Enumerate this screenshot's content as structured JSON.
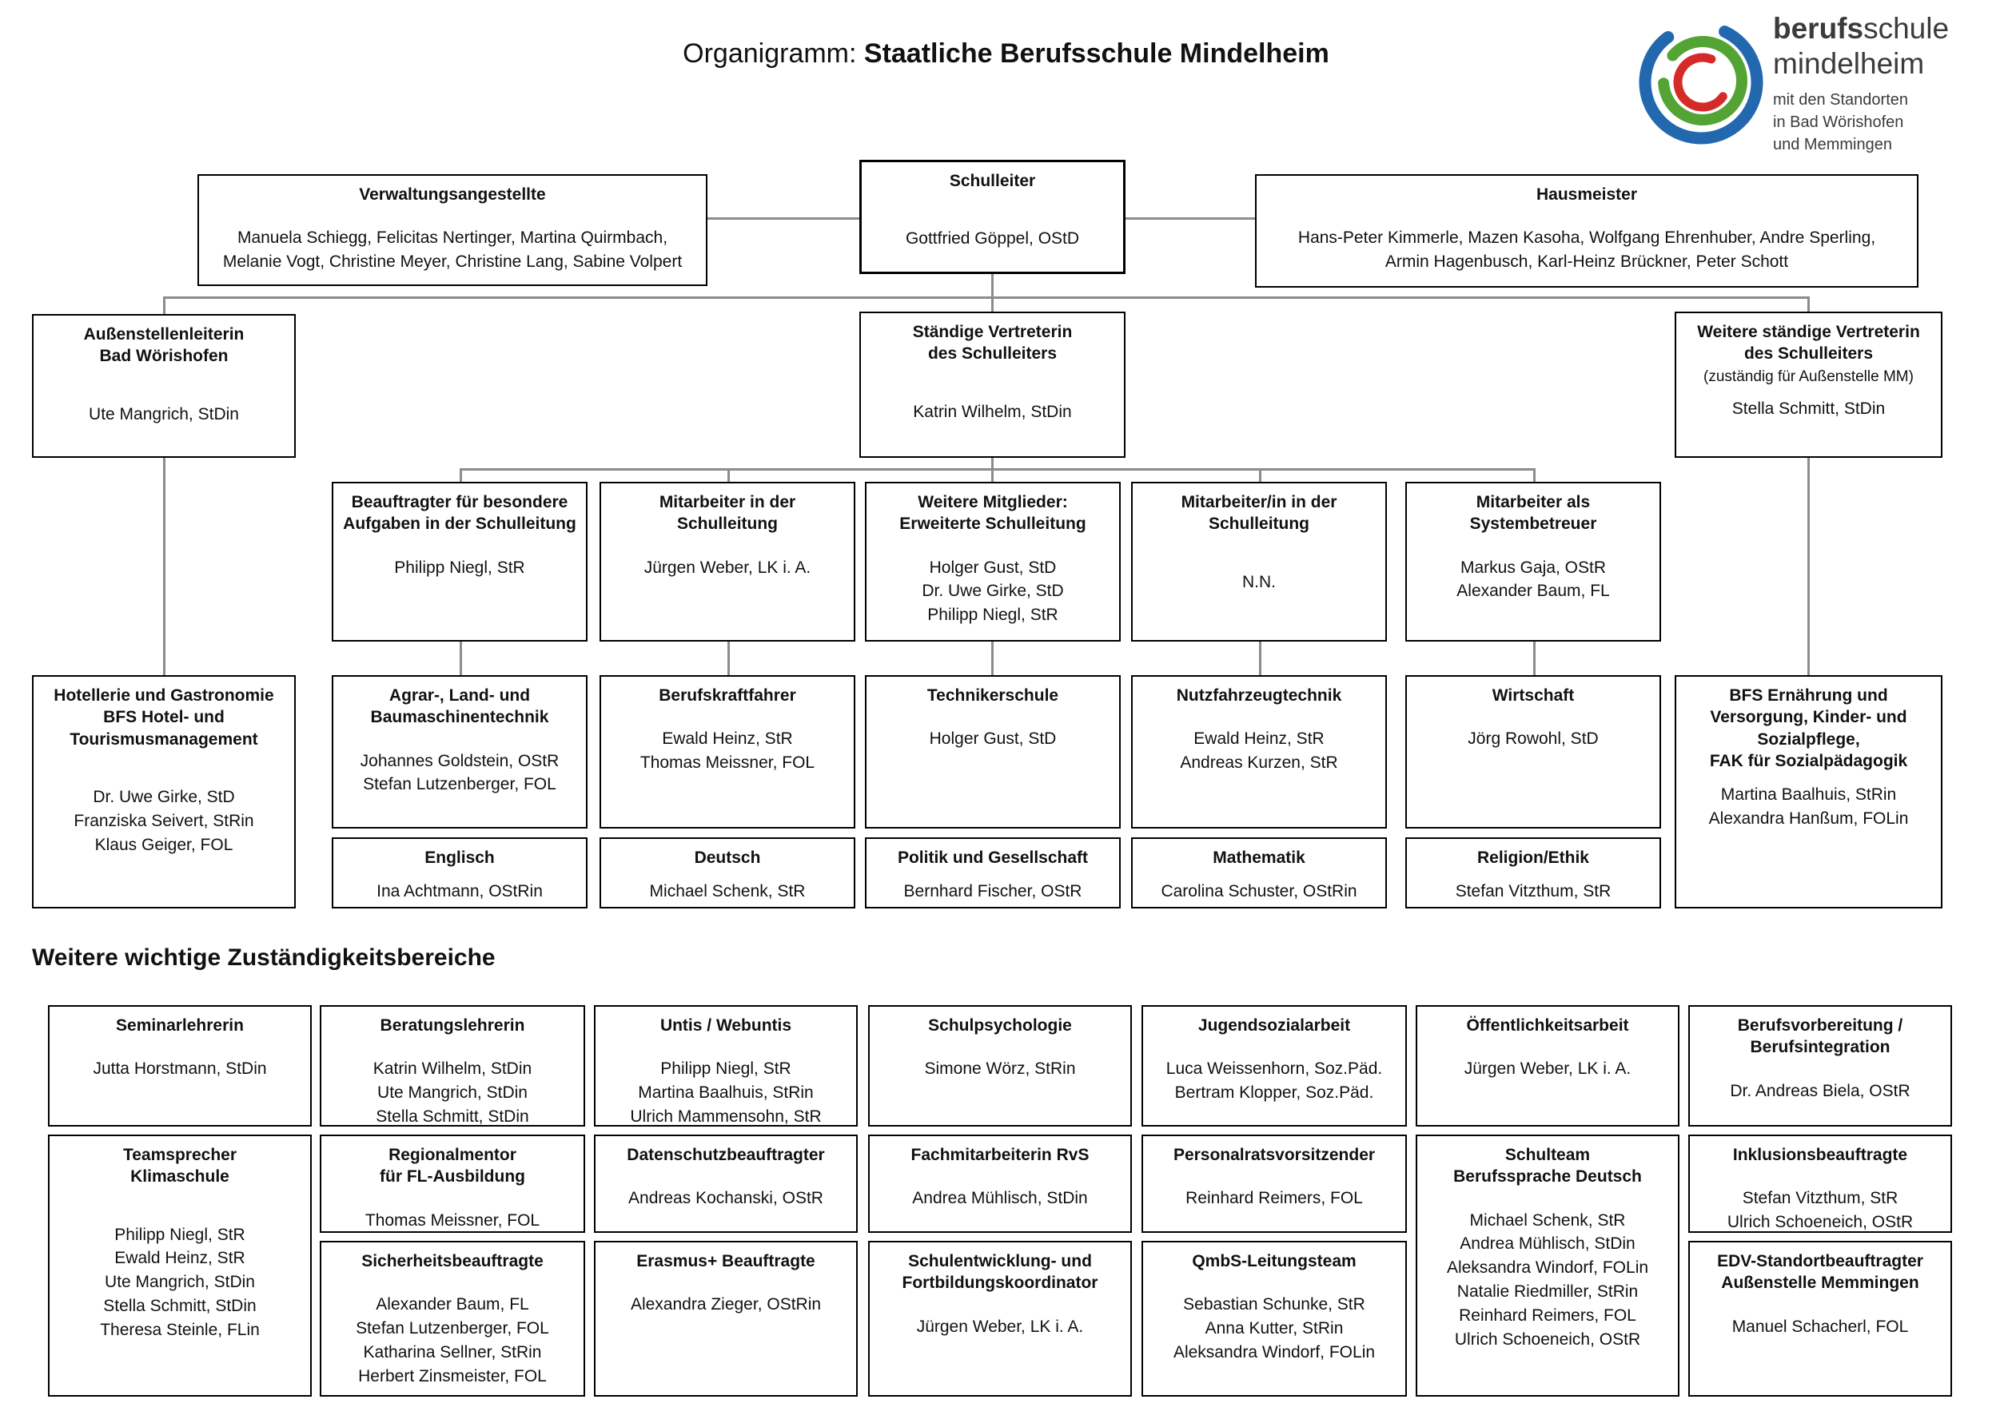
{
  "header": {
    "title_prefix": "Organigramm: ",
    "title_main": "Staatliche Berufsschule Mindelheim"
  },
  "logo": {
    "name_bold": "berufs",
    "name_rest": "schule",
    "name_line2": "mindelheim",
    "tagline": "mit den Standorten\nin Bad Wörishofen\nund Memmingen",
    "colors": {
      "blue": "#2268ae",
      "green": "#53a434",
      "red": "#d52b28"
    }
  },
  "section_heading": "Weitere wichtige Zuständigkeitsbereiche",
  "boxes": {
    "verwaltung": {
      "title": "Verwaltungsangestellte",
      "people": "Manuela Schiegg, Felicitas Nertinger, Martina Quirmbach,\nMelanie Vogt, Christine Meyer, Christine Lang, Sabine Volpert"
    },
    "schulleiter": {
      "title": "Schulleiter",
      "people": "Gottfried Göppel, OStD"
    },
    "hausmeister": {
      "title": "Hausmeister",
      "people": "Hans-Peter Kimmerle, Mazen Kasoha, Wolfgang Ehrenhuber, Andre Sperling,\nArmin Hagenbusch, Karl-Heinz Brückner, Peter Schott"
    },
    "aussenstellenleiterin": {
      "title": "Außenstellenleiterin\nBad Wörishofen",
      "people": "Ute Mangrich, StDin"
    },
    "staendige_vertreterin": {
      "title": "Ständige Vertreterin\ndes Schulleiters",
      "people": "Katrin Wilhelm, StDin"
    },
    "weitere_vertreterin": {
      "title": "Weitere ständige Vertreterin\ndes Schulleiters",
      "note": "(zuständig für Außenstelle MM)",
      "people": "Stella Schmitt, StDin"
    },
    "beauftragter_besondere": {
      "title": "Beauftragter für besondere\nAufgaben in der Schulleitung",
      "people": "Philipp Niegl, StR"
    },
    "mitarbeiter_schulleitung": {
      "title": "Mitarbeiter in der\nSchulleitung",
      "people": "Jürgen Weber, LK i. A."
    },
    "erweiterte_schulleitung": {
      "title": "Weitere Mitglieder:\nErweiterte Schulleitung",
      "people": "Holger Gust, StD\nDr. Uwe Girke, StD\nPhilipp Niegl, StR"
    },
    "mitarbeiter_in_schulleitung": {
      "title": "Mitarbeiter/in in der\nSchulleitung",
      "people": "N.N."
    },
    "systembetreuer": {
      "title": "Mitarbeiter als\nSystembetreuer",
      "people": "Markus Gaja, OStR\nAlexander Baum, FL"
    },
    "hotellerie": {
      "title": "Hotellerie und Gastronomie\nBFS Hotel- und\nTourismusmanagement",
      "people": "Dr. Uwe Girke, StD\nFranziska Seivert, StRin\nKlaus Geiger, FOL"
    },
    "agrar": {
      "title": "Agrar-, Land- und\nBaumaschinentechnik",
      "people": "Johannes Goldstein, OStR\nStefan Lutzenberger, FOL"
    },
    "berufskraftfahrer": {
      "title": "Berufskraftfahrer",
      "people": "Ewald Heinz, StR\nThomas Meissner, FOL"
    },
    "technikerschule": {
      "title": "Technikerschule",
      "people": "Holger Gust, StD"
    },
    "nutzfahrzeugtechnik": {
      "title": "Nutzfahrzeugtechnik",
      "people": "Ewald Heinz, StR\nAndreas Kurzen, StR"
    },
    "wirtschaft": {
      "title": "Wirtschaft",
      "people": "Jörg Rowohl, StD"
    },
    "bfs_ernaehrung": {
      "title": "BFS Ernährung und\nVersorgung, Kinder- und\nSozialpflege,\nFAK für Sozialpädagogik",
      "people": "Martina Baalhuis, StRin\nAlexandra Hanßum, FOLin"
    },
    "englisch": {
      "title": "Englisch",
      "people": "Ina Achtmann, OStRin"
    },
    "deutsch": {
      "title": "Deutsch",
      "people": "Michael Schenk, StR"
    },
    "politik": {
      "title": "Politik und Gesellschaft",
      "people": "Bernhard Fischer, OStR"
    },
    "mathematik": {
      "title": "Mathematik",
      "people": "Carolina Schuster, OStRin"
    },
    "religion": {
      "title": "Religion/Ethik",
      "people": "Stefan Vitzthum, StR"
    },
    "seminarlehrerin": {
      "title": "Seminarlehrerin",
      "people": "Jutta Horstmann, StDin"
    },
    "beratungslehrerin": {
      "title": "Beratungslehrerin",
      "people": "Katrin Wilhelm, StDin\nUte Mangrich, StDin\nStella Schmitt, StDin"
    },
    "untis": {
      "title": "Untis / Webuntis",
      "people": "Philipp Niegl, StR\nMartina Baalhuis, StRin\nUlrich Mammensohn, StR"
    },
    "schulpsychologie": {
      "title": "Schulpsychologie",
      "people": "Simone Wörz, StRin"
    },
    "jugendsozialarbeit": {
      "title": "Jugendsozialarbeit",
      "people": "Luca Weissenhorn, Soz.Päd.\nBertram Klopper, Soz.Päd."
    },
    "oeffentlichkeitsarbeit": {
      "title": "Öffentlichkeitsarbeit",
      "people": "Jürgen Weber, LK i. A."
    },
    "berufsvorbereitung": {
      "title": "Berufsvorbereitung /\nBerufsintegration",
      "people": "Dr. Andreas Biela, OStR"
    },
    "teamsprecher_klimaschule": {
      "title": "Teamsprecher\nKlimaschule",
      "people": "Philipp Niegl, StR\nEwald Heinz, StR\nUte Mangrich, StDin\nStella Schmitt, StDin\nTheresa Steinle, FLin"
    },
    "regionalmentor": {
      "title": "Regionalmentor\nfür FL-Ausbildung",
      "people": "Thomas Meissner, FOL"
    },
    "datenschutz": {
      "title": "Datenschutzbeauftragter",
      "people": "Andreas Kochanski, OStR"
    },
    "fachmitarbeiterin_rvs": {
      "title": "Fachmitarbeiterin RvS",
      "people": "Andrea Mühlisch, StDin"
    },
    "personalratsvorsitzender": {
      "title": "Personalratsvorsitzender",
      "people": "Reinhard Reimers, FOL"
    },
    "schulteam_deutsch": {
      "title": "Schulteam\nBerufssprache Deutsch",
      "people": "Michael Schenk, StR\nAndrea Mühlisch, StDin\nAleksandra Windorf, FOLin\nNatalie Riedmiller, StRin\nReinhard Reimers, FOL\nUlrich Schoeneich, OStR"
    },
    "inklusionsbeauftragte": {
      "title": "Inklusionsbeauftragte",
      "people": "Stefan Vitzthum, StR\nUlrich Schoeneich, OStR"
    },
    "sicherheitsbeauftragte": {
      "title": "Sicherheitsbeauftragte",
      "people": "Alexander Baum, FL\nStefan Lutzenberger, FOL\nKatharina Sellner, StRin\nHerbert Zinsmeister, FOL"
    },
    "erasmus": {
      "title": "Erasmus+ Beauftragte",
      "people": "Alexandra Zieger, OStRin"
    },
    "schulentwicklung": {
      "title": "Schulentwicklung- und\nFortbildungskoordinator",
      "people": "Jürgen Weber, LK i. A."
    },
    "qmbs": {
      "title": "QmbS-Leitungsteam",
      "people": "Sebastian Schunke, StR\nAnna Kutter, StRin\nAleksandra Windorf, FOLin"
    },
    "edv_memmingen": {
      "title": "EDV-Standortbeauftragter\nAußenstelle Memmingen",
      "people": "Manuel Schacherl, FOL"
    }
  }
}
